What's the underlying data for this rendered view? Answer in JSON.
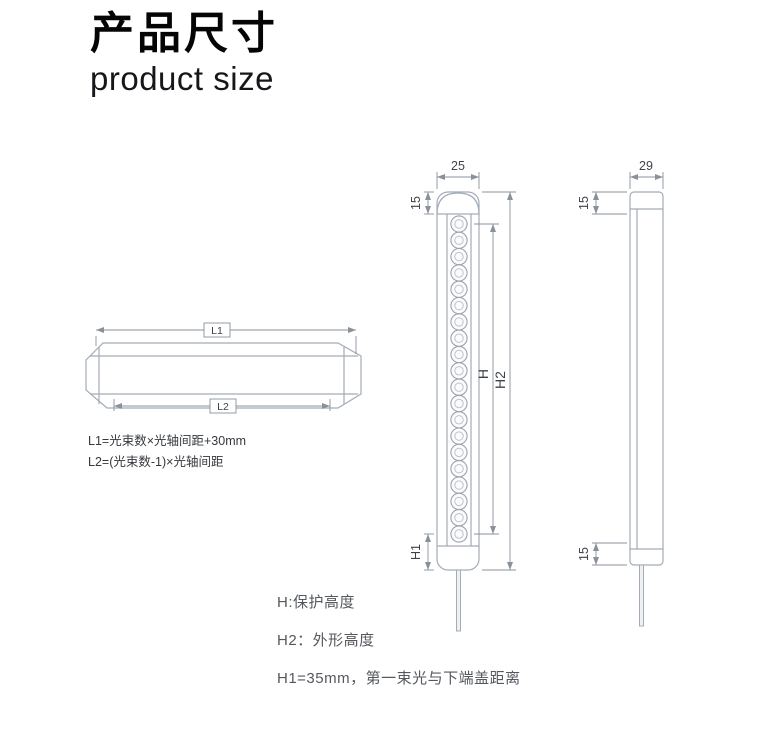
{
  "header": {
    "title_zh": "产品尺寸",
    "title_en": "product size"
  },
  "iso_view": {
    "l1_label": "L1",
    "l2_label": "L2",
    "formula_l1": "L1=光束数×光轴间距+30mm",
    "formula_l2": "L2=(光束数-1)×光轴间距"
  },
  "front_view": {
    "width_dim": "25",
    "top_dim": "15",
    "h_label": "H",
    "h2_label": "H2",
    "h1_label": "H1",
    "beam_count": 20
  },
  "side_view": {
    "width_dim": "29",
    "top_dim": "15",
    "bottom_dim": "15"
  },
  "notes": [
    "H:保护高度",
    "H2：外形高度",
    "H1=35mm，第一束光与下端盖距离"
  ],
  "colors": {
    "outline": "#a4acb8",
    "dimension": "#8b919b",
    "text": "#3f4349"
  }
}
